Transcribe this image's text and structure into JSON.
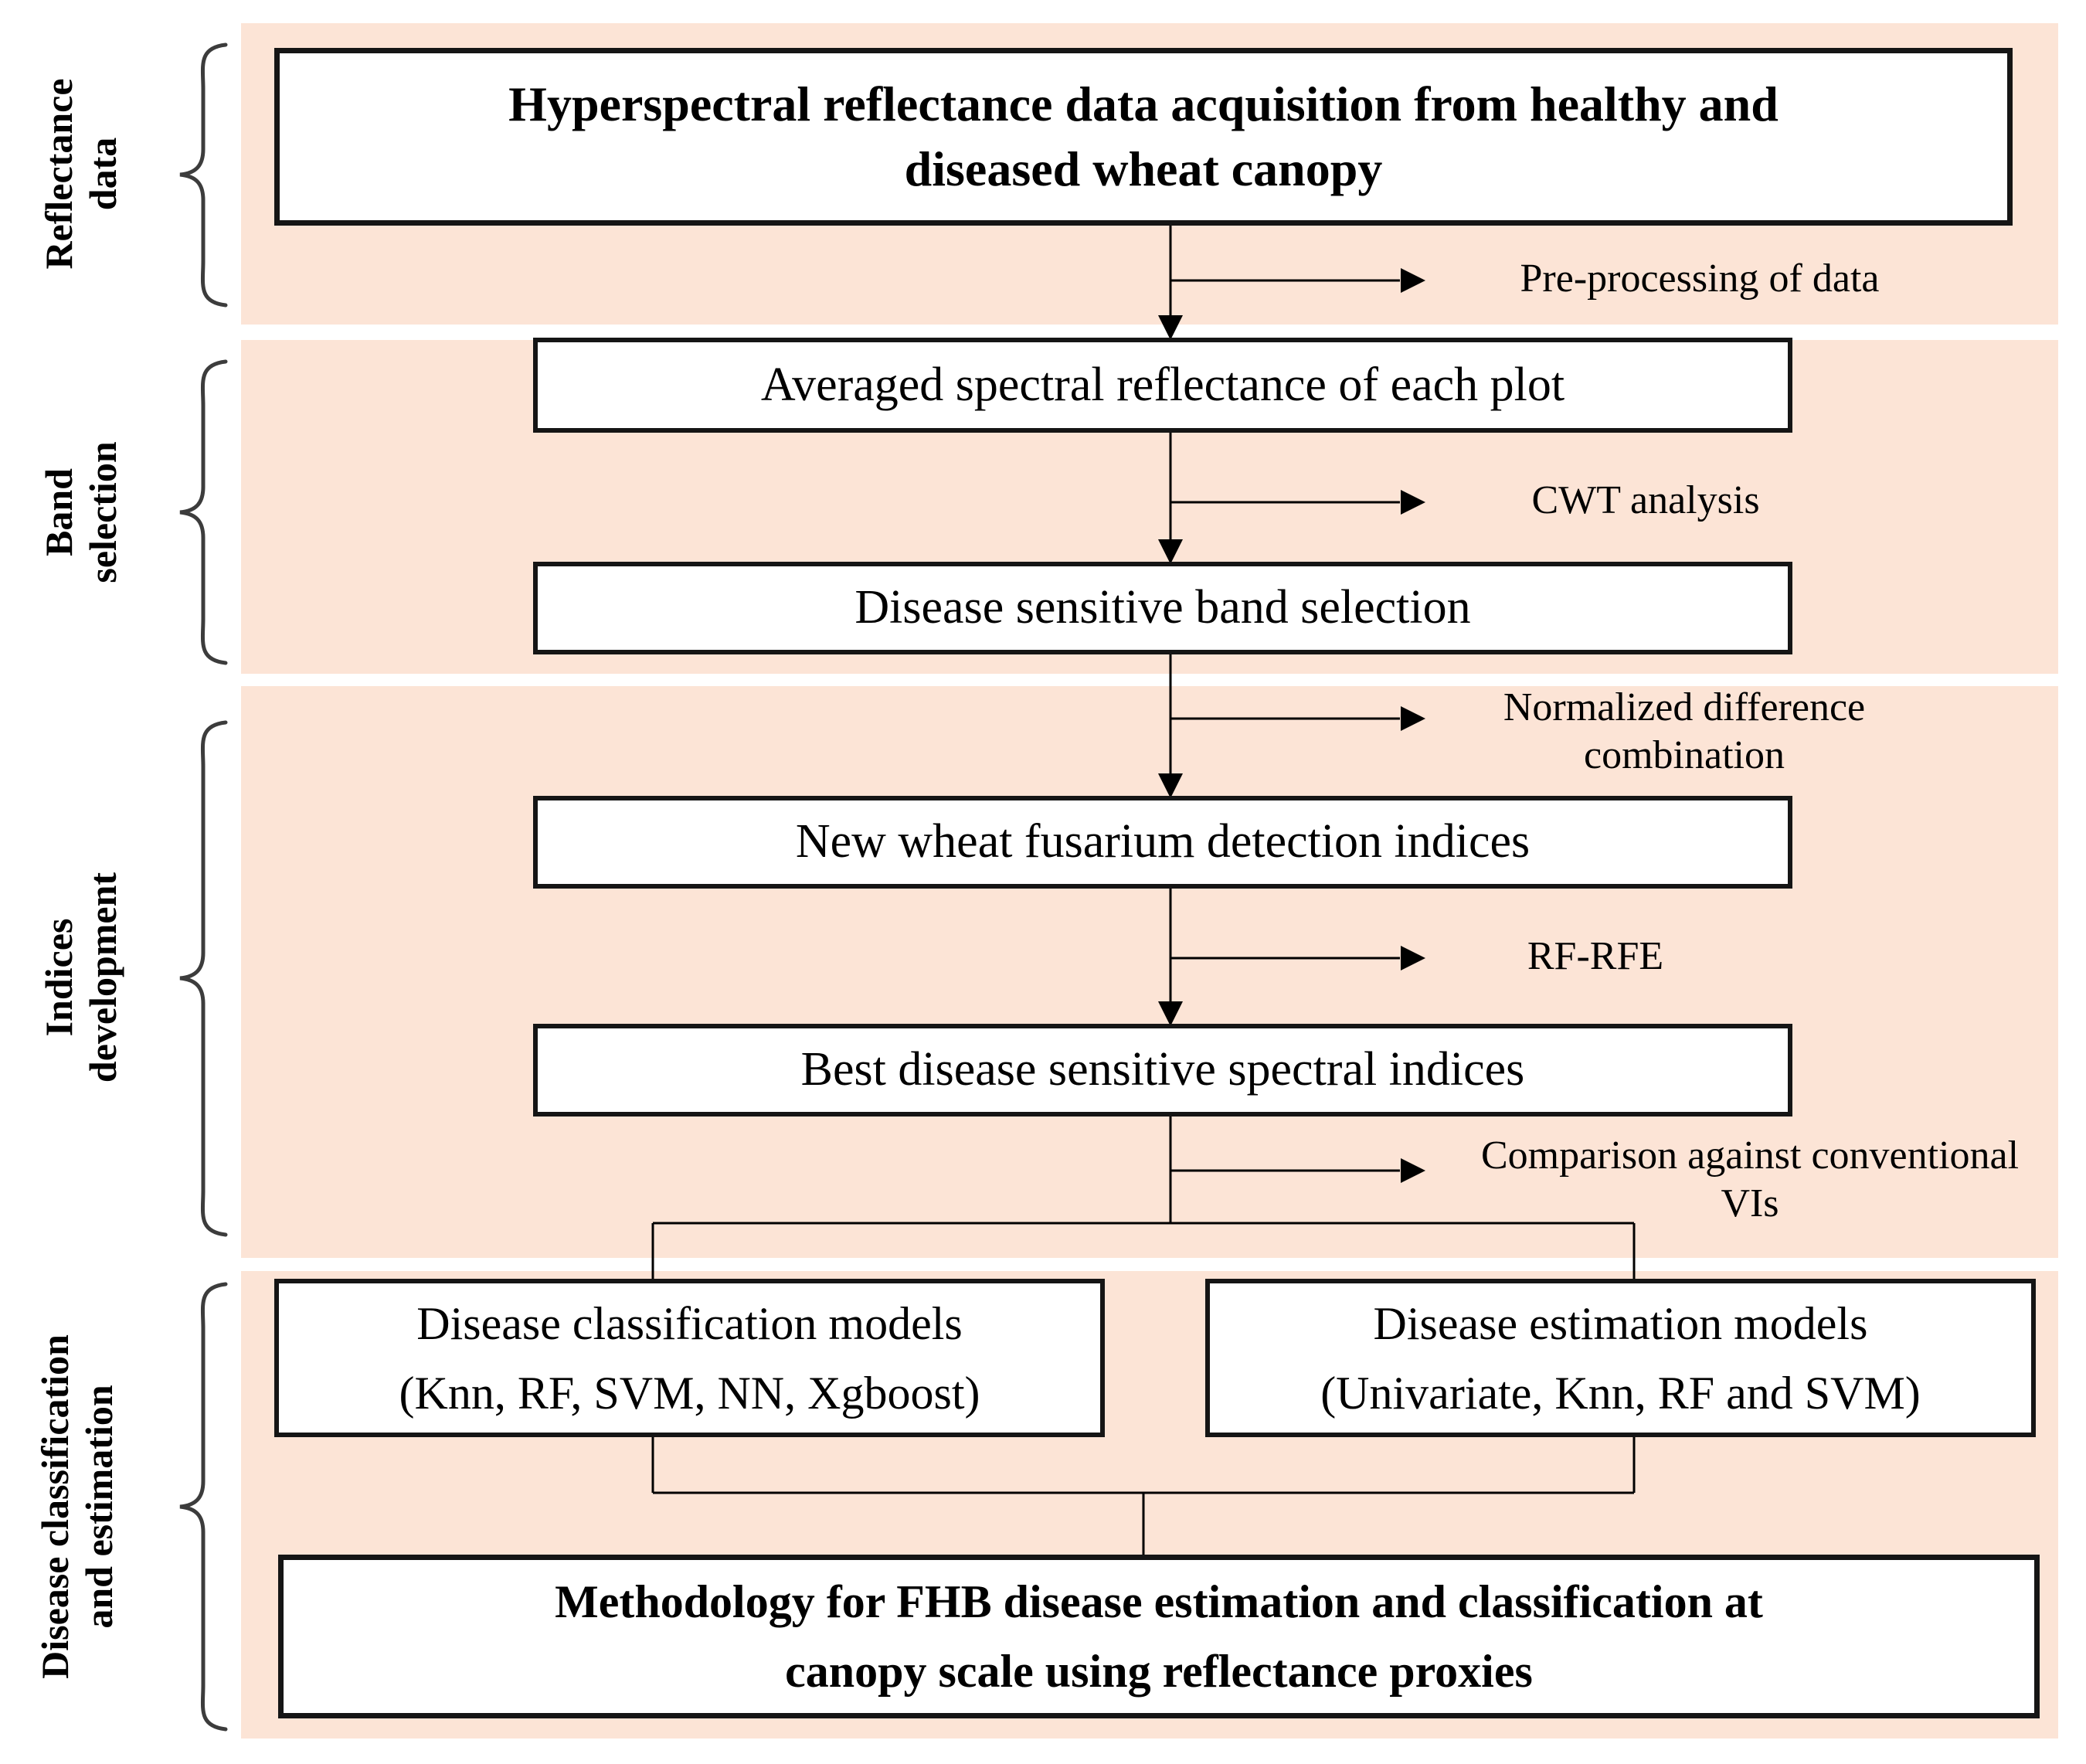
{
  "colors": {
    "section_background": "#fce4d6",
    "box_background": "#ffffff",
    "box_border": "#151515",
    "connector": "#000000",
    "brace": "#3c3c3c",
    "text": "#000000"
  },
  "side_labels": [
    {
      "text": "Reflectance\ndata"
    },
    {
      "text": "Band\nselection"
    },
    {
      "text": "Indices\ndevelopment"
    },
    {
      "text": "Disease classification\nand estimation"
    }
  ],
  "boxes": {
    "acquisition": "Hyperspectral reflectance data acquisition from healthy and\ndiseased wheat canopy",
    "averaged_reflectance": "Averaged spectral reflectance of each plot",
    "band_selection": "Disease sensitive band selection",
    "new_indices": "New wheat fusarium detection indices",
    "best_indices": "Best disease sensitive spectral indices",
    "classification_models": "Disease classification models\n(Knn, RF, SVM, NN, Xgboost)",
    "estimation_models": "Disease estimation models\n(Univariate, Knn, RF and SVM)",
    "methodology": "Methodology for FHB disease estimation and classification at\ncanopy scale using reflectance proxies"
  },
  "annotations": {
    "preprocessing": "Pre-processing of data",
    "cwt": "CWT analysis",
    "normalized_difference": "Normalized difference\ncombination",
    "rf_rfe": "RF-RFE",
    "comparison": "Comparison against conventional\nVIs"
  }
}
